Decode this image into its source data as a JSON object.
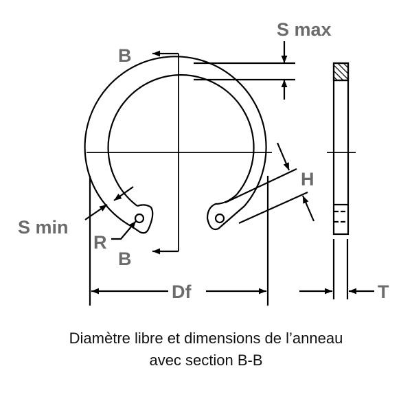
{
  "labels": {
    "s_max": "S max",
    "s_min": "S min",
    "b_top": "B",
    "b_bottom": "B",
    "h": "H",
    "r": "R",
    "df": "Df",
    "t": "T"
  },
  "caption": {
    "line1": "Diamètre libre et dimensions de l’anneau",
    "line2": "avec section B-B"
  },
  "colors": {
    "line": "#000000",
    "label": "#6b6b6b"
  }
}
